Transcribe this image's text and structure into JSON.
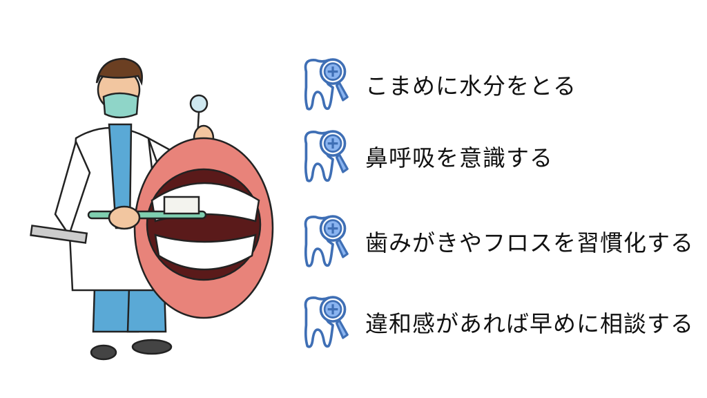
{
  "items": [
    {
      "icon": "tooth-magnifier-icon",
      "label": "こまめに水分をとる"
    },
    {
      "icon": "tooth-magnifier-icon",
      "label": "鼻呼吸を意識する"
    },
    {
      "icon": "tooth-magnifier-icon",
      "label": "歯みがきやフロスを習慣化する"
    },
    {
      "icon": "tooth-magnifier-icon",
      "label": "違和感があれば早めに相談する"
    }
  ],
  "colors": {
    "icon_stroke": "#3f6fb5",
    "icon_fill": "#8ab4f0",
    "lips": "#e8837a",
    "coat": "#ffffff",
    "scrubs": "#5aa9d6"
  }
}
